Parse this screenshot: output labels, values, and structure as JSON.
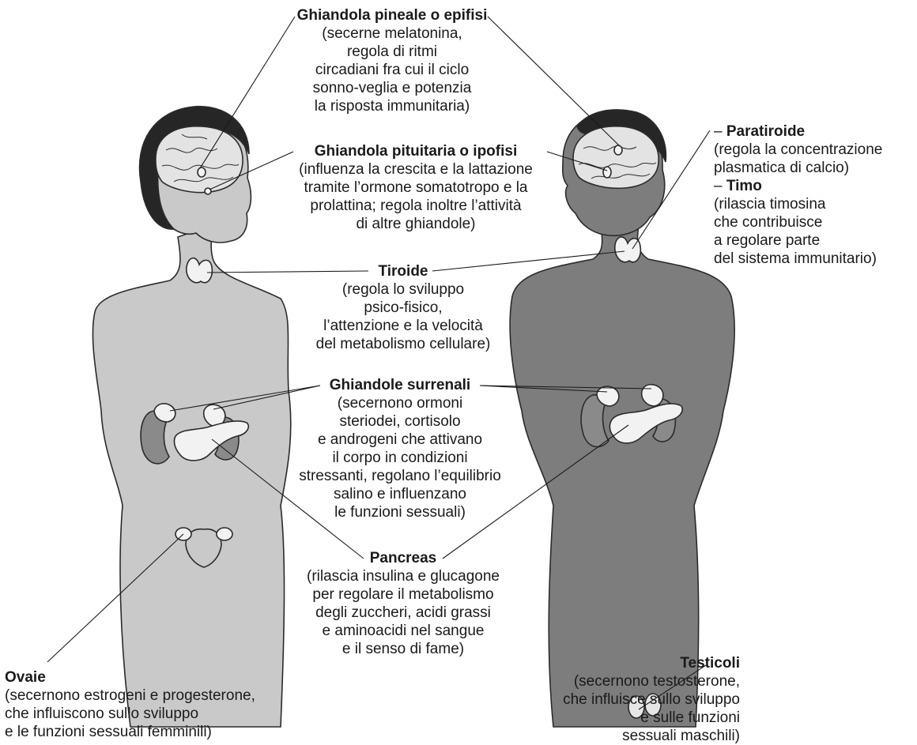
{
  "labels": {
    "pineale": {
      "title": "Ghiandola pineale o epifisi",
      "desc": [
        "(secerne melatonina,",
        "regola di ritmi",
        "circadiani fra cui il ciclo",
        "sonno-veglia e potenzia",
        "la risposta immunitaria)"
      ]
    },
    "pituitaria": {
      "title": "Ghiandola pituitaria o ipofisi",
      "desc": [
        "(influenza la crescita e la lattazione",
        "tramite l’ormone somatotropo e la",
        "prolattina; regola inoltre l’attività",
        "di altre ghiandole)"
      ]
    },
    "tiroide": {
      "title": "Tiroide",
      "desc": [
        "(regola lo sviluppo",
        "psico-fisico,",
        "l’attenzione e la velocità",
        "del metabolismo cellulare)"
      ]
    },
    "surrenali": {
      "title": "Ghiandole surrenali",
      "desc": [
        "(secernono ormoni",
        "steriodei, cortisolo",
        "e androgeni che attivano",
        "il corpo in condizioni",
        "stressanti, regolano l’equilibrio",
        "salino e influenzano",
        "le funzioni sessuali)"
      ]
    },
    "pancreas": {
      "title": "Pancreas",
      "desc": [
        "(rilascia insulina e glucagone",
        "per regolare il metabolismo",
        "degli  zuccheri, acidi grassi",
        "e aminoacidi nel sangue",
        "e il senso di fame)"
      ]
    },
    "paratiroide": {
      "prefix": "– ",
      "title": "Paratiroide",
      "desc": [
        "(regola la concentrazione",
        "plasmatica di calcio)"
      ]
    },
    "timo": {
      "prefix": "– ",
      "title": "Timo",
      "desc": [
        "(rilascia timosina",
        "che contribuisce",
        "a regolare parte",
        "del sistema immunitario)"
      ]
    },
    "ovaie": {
      "title": "Ovaie",
      "desc": [
        "(secernono estrogeni e progesterone,",
        "che influiscono sullo sviluppo",
        "e le funzioni sessuali femminili)"
      ]
    },
    "testicoli": {
      "title": "Testicoli",
      "desc": [
        "(secernono testosterone,",
        "che influisce sullo sviluppo",
        "e sulle funzioni",
        "sessuali maschili)"
      ]
    }
  },
  "colors": {
    "female_skin": "#c9c9c9",
    "male_skin": "#7d7d7d",
    "outline": "#2b2b2b",
    "brain": "#e3e3e3",
    "hair": "#262626",
    "kidney": "#8a8a8a",
    "gland": "#f2f2f2"
  }
}
